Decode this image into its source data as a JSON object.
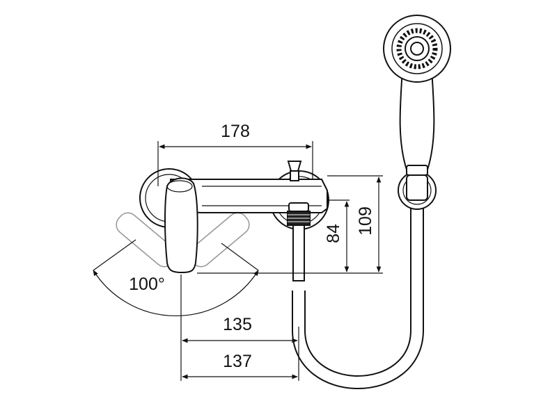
{
  "diagram": {
    "dimensions": {
      "width_total": "178",
      "angle": "100°",
      "height_outlet": "84",
      "height_total": "109",
      "spout_offset": "135",
      "hose_offset": "137"
    }
  }
}
